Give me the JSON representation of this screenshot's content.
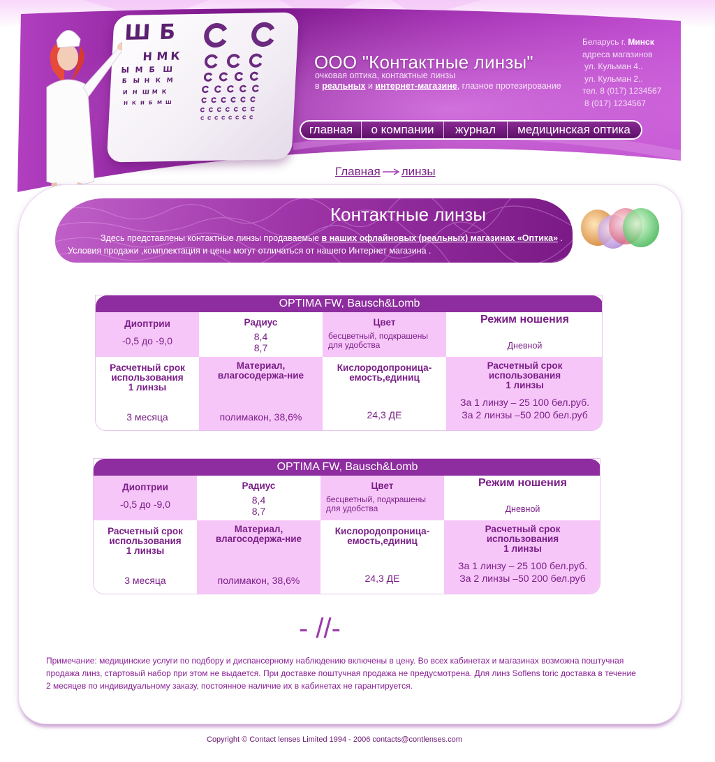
{
  "header": {
    "eye_chart": {
      "rows": [
        [
          "Ш",
          "Б"
        ],
        [
          "Н",
          "М",
          "К"
        ],
        [
          "Ы",
          "М",
          "Б",
          "Ш"
        ],
        [
          "Б",
          "Ы",
          "Н",
          "К",
          "М"
        ],
        [
          "И",
          "Н",
          "Ш",
          "М",
          "К"
        ],
        [
          "Н",
          "К",
          "И",
          "Б",
          "М",
          "Ш"
        ]
      ]
    },
    "company_title": "ООО \"Контактные линзы\"",
    "tagline_1": "очковая оптика, контактные линзы",
    "tagline_2_prefix": "в ",
    "tagline_2_link_1": "реальных",
    "tagline_2_mid": " и ",
    "tagline_2_link_2": "интернет-магазине",
    "tagline_2_suffix": ", глазное протезирование",
    "contacts": {
      "country_prefix": "Беларусь г. ",
      "city": "Минск",
      "label": "адреса магазинов",
      "address_1": "ул. Кульман 4..",
      "address_2": "ул. Кульман 2..",
      "phone_1": "тел. 8 (017) 1234567",
      "phone_2": "8 (017) 1234567"
    },
    "nav": [
      {
        "label": "главная"
      },
      {
        "label": "о компании"
      },
      {
        "label": "журнал"
      },
      {
        "label": "медицинская оптика"
      }
    ]
  },
  "breadcrumb": {
    "home": "Главная",
    "current": "линзы"
  },
  "banner": {
    "title": "Контактные линзы",
    "intro_prefix": "Здесь представлены контактные линзы продаваемые ",
    "intro_link": "в наших офлайновых (реальных) магазинах «Оптика»",
    "intro_suffix": " .",
    "intro_2": "Условия продажи ,комплектация и цены могут отличаться от нашего Интернет магазина ."
  },
  "products": [
    {
      "title": "OPTIMA FW, Bausch&Lomb",
      "diopters_label": "Диоптрии",
      "diopters_value": "-0,5 до -9,0",
      "radius_label": "Радиус",
      "radius_value_1": "8,4",
      "radius_value_2": "8,7",
      "color_label": "Цвет",
      "color_value_1": "бесцветный, подкрашены",
      "color_value_2": "для удобства",
      "wear_label": "Режим ношения",
      "wear_value": "Дневной",
      "term_label_1": "Расчетный срок",
      "term_label_2": "использования",
      "term_label_3": "1 линзы",
      "term_value": "3 месяца",
      "material_label_1": "Материал,",
      "material_label_2": "влагосодержа-ние",
      "material_value": "полимакон, 38,6%",
      "oxygen_label_1": "Кислородопроница-",
      "oxygen_label_2": "емость,единиц",
      "oxygen_value": "24,3 ДЕ",
      "price_label_1": "Расчетный срок",
      "price_label_2": "использования",
      "price_label_3": "1 линзы",
      "price_value_1": "За 1 линзу – 25 100 бел.руб.",
      "price_value_2": "За 2 линзы –50 200 бел.руб"
    },
    {
      "title": "OPTIMA FW, Bausch&Lomb",
      "diopters_label": "Диоптрии",
      "diopters_value": "-0,5 до -9,0",
      "radius_label": "Радиус",
      "radius_value_1": "8,4",
      "radius_value_2": "8,7",
      "color_label": "Цвет",
      "color_value_1": "бесцветный, подкрашены",
      "color_value_2": "для удобства",
      "wear_label": "Режим ношения",
      "wear_value": "Дневной",
      "term_label_1": "Расчетный срок",
      "term_label_2": "использования",
      "term_label_3": "1 линзы",
      "term_value": "3 месяца",
      "material_label_1": "Материал,",
      "material_label_2": "влагосодержа-ние",
      "material_value": "полимакон, 38,6%",
      "oxygen_label_1": "Кислородопроница-",
      "oxygen_label_2": "емость,единиц",
      "oxygen_value": "24,3 ДЕ",
      "price_label_1": "Расчетный срок",
      "price_label_2": "использования",
      "price_label_3": "1 линзы",
      "price_value_1": "За 1 линзу – 25 100 бел.руб.",
      "price_value_2": "За 2 линзы –50 200 бел.руб"
    }
  ],
  "separator": "- //-",
  "note": "Примечание: медицинские услуги по подбору и диспансерному наблюдению включены в  цену. Во всех кабинетах и магазинах возможна поштучная продажа линз, стартовый набор  при этом не выдается. При доставке поштучная продажа не предусмотрена. Для линз Soflens toric доставка в течение 2 месяцев по индивидуальному заказу, постоянное наличие их в кабинетах не гарантируется.",
  "copyright": "Copyright © Contact lenses Limited 1994 - 2006 contacts@contlenses.com",
  "colors": {
    "brand_purple": "#8e2d9f",
    "text_purple": "#7a1f87",
    "cell_pink": "#f7c6f9"
  }
}
